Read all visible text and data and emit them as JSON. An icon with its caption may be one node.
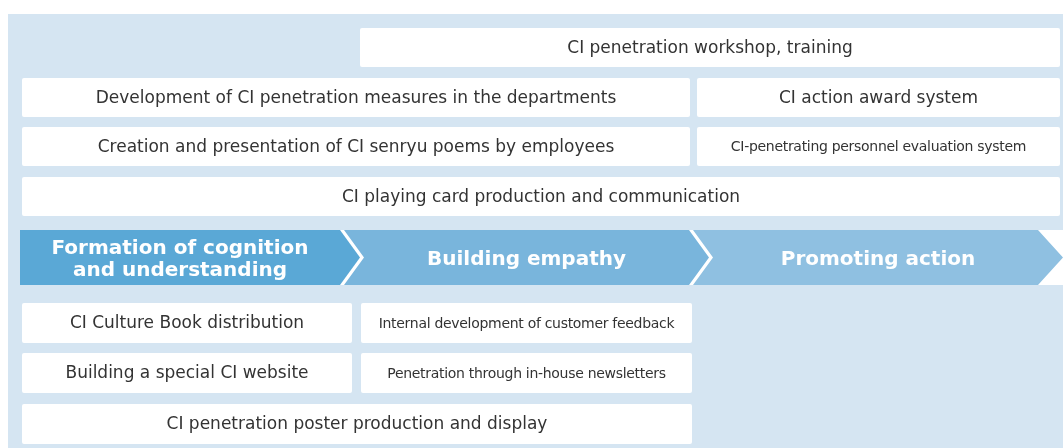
{
  "diagram": {
    "nodes": [
      {
        "text": [
          "CI penetration workshop, training"
        ]
      },
      {
        "text": [
          "Development of CI penetration measures in the departments"
        ]
      },
      {
        "text": [
          "CI action award system"
        ]
      },
      {
        "text": [
          "Creation and presentation of CI senryu poems by employees"
        ]
      },
      {
        "text": [
          "CI-penetrating personnel evaluation system"
        ]
      },
      {
        "text": [
          "CI playing card production and communication"
        ]
      },
      {
        "text": [
          "Formation of cognition and understanding"
        ]
      },
      {
        "text": [
          "Building empathy"
        ]
      },
      {
        "text": [
          "Promoting action"
        ]
      },
      {
        "text": [
          "CI Culture Book distribution"
        ]
      },
      {
        "text": [
          "Internal development of customer feedback"
        ]
      },
      {
        "text": [
          "Building a special CI website"
        ]
      },
      {
        "text": [
          "Penetration through in-house newsletters"
        ]
      },
      {
        "text": [
          "CI penetration poster production and display"
        ]
      }
    ]
  }
}
